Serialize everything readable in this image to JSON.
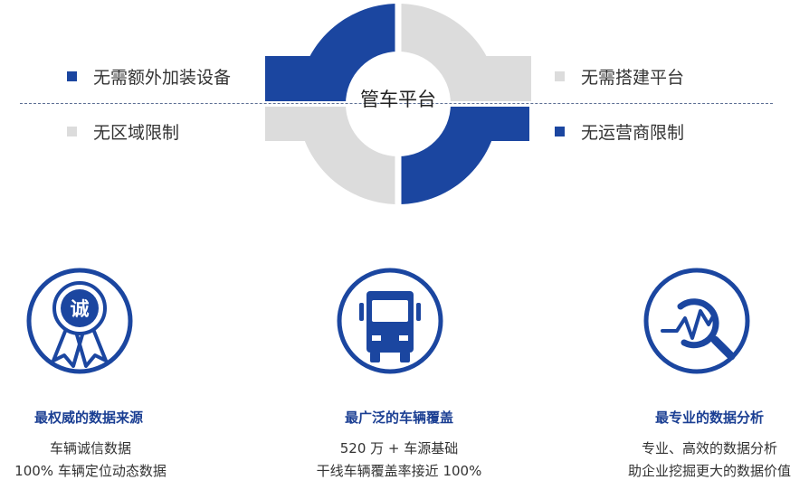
{
  "colors": {
    "blue": "#1b46a0",
    "gray": "#dcdcdc",
    "title_blue": "#1b3f93",
    "text": "#333333"
  },
  "center": {
    "label": "管车平台"
  },
  "features": [
    {
      "label": "无需额外加装设备",
      "marker": "blue"
    },
    {
      "label": "无需搭建平台",
      "marker": "gray"
    },
    {
      "label": "无区域限制",
      "marker": "gray"
    },
    {
      "label": "无运营商限制",
      "marker": "blue"
    }
  ],
  "cards": [
    {
      "icon": "medal-icon",
      "badge_char": "诚",
      "title": "最权威的数据来源",
      "lines": [
        "车辆诚信数据",
        "100% 车辆定位动态数据"
      ]
    },
    {
      "icon": "truck-icon",
      "title": "最广泛的车辆覆盖",
      "lines": [
        "520 万 + 车源基础",
        "干线车辆覆盖率接近 100%"
      ]
    },
    {
      "icon": "analytics-magnifier-icon",
      "title": "最专业的数据分析",
      "lines": [
        "专业、高效的数据分析",
        "助企业挖掘更大的数据价值"
      ]
    }
  ]
}
